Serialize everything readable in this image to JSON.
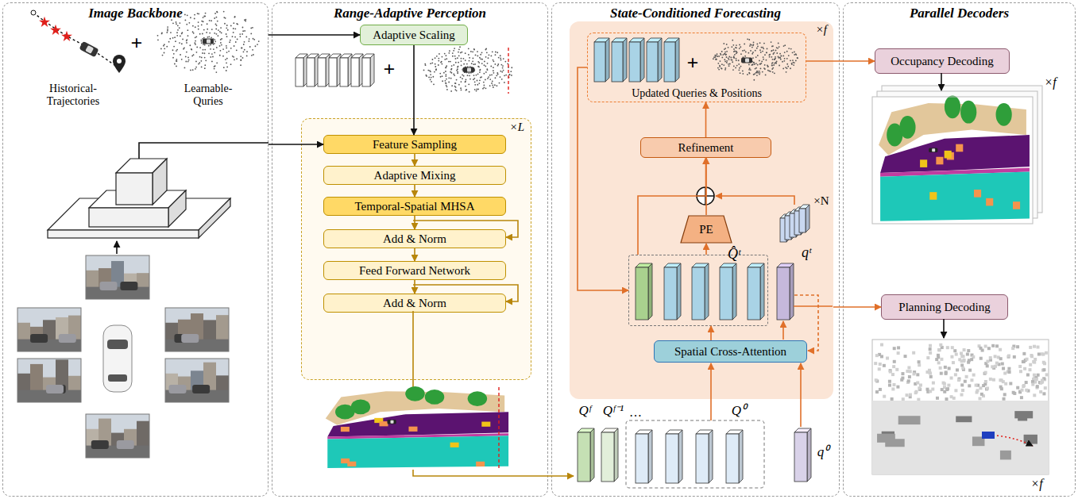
{
  "diagram": {
    "nodes": [
      {
        "text": [
          "Image Backbone"
        ]
      },
      {
        "text": [
          "Range-Adaptive Perception"
        ]
      },
      {
        "text": [
          "State-Conditioned Forecasting"
        ]
      },
      {
        "text": [
          "Parallel Decoders"
        ]
      },
      {
        "text": [
          "Adaptive Scaling"
        ],
        "in": 1
      },
      {
        "text": [
          "×L"
        ],
        "in": 1
      },
      {
        "text": [
          "Feature Sampling"
        ],
        "in": 5
      },
      {
        "text": [
          "Adaptive Mixing"
        ],
        "in": 5
      },
      {
        "text": [
          "Temporal-Spatial MHSA"
        ],
        "in": 5
      },
      {
        "text": [
          "Add & Norm"
        ],
        "in": 5
      },
      {
        "text": [
          "Feed Forward Network"
        ],
        "in": 5
      },
      {
        "text": [
          "Add & Norm"
        ],
        "in": 5
      },
      {
        "text": [
          "×f"
        ],
        "in": 2
      },
      {
        "text": [
          "Updated Queries & Positions"
        ],
        "in": 12
      },
      {
        "text": [
          "Refinement"
        ],
        "in": 12
      },
      {
        "text": [
          "PE"
        ],
        "in": 12
      },
      {
        "text": [
          "Q̂ᵗ"
        ],
        "in": 12
      },
      {
        "text": [
          "Spatial Cross-Attention"
        ],
        "in": 12
      },
      {
        "text": [
          "Occupancy Decoding"
        ],
        "in": 3
      },
      {
        "text": [
          "Planning Decoding"
        ],
        "in": 3
      }
    ],
    "edges": [
      {
        "from": 0,
        "to": 4,
        "arrow": "to"
      },
      {
        "from": 0,
        "to": 6,
        "arrow": "to"
      },
      {
        "from": 4,
        "to": 6,
        "arrow": "to"
      },
      {
        "from": 6,
        "to": 7,
        "arrow": "to"
      },
      {
        "from": 7,
        "to": 8,
        "arrow": "to"
      },
      {
        "from": 8,
        "to": 9,
        "arrow": "to"
      },
      {
        "from": 9,
        "to": 10,
        "arrow": "to"
      },
      {
        "from": 10,
        "to": 11,
        "arrow": "to"
      },
      {
        "from": 13,
        "to": 18,
        "arrow": "to"
      },
      {
        "from": 14,
        "to": 13,
        "arrow": "to"
      },
      {
        "from": 15,
        "to": 14,
        "arrow": "to"
      },
      {
        "from": 16,
        "to": 14,
        "arrow": "to"
      },
      {
        "from": 16,
        "to": 15,
        "arrow": "to"
      },
      {
        "from": 17,
        "to": 16,
        "arrow": "to"
      },
      {
        "from": 13,
        "to": 16,
        "arrow": "to"
      },
      {
        "from": 12,
        "to": 19,
        "arrow": "to"
      }
    ],
    "labels": [
      "Historical- Trajectories",
      "Learnable- Quries",
      "+",
      "+",
      "+",
      "×N",
      "qᵗ",
      "Qᶠ",
      "Qᶠ⁻¹",
      "…",
      "Q⁰",
      "q⁰",
      "×f",
      "×f"
    ]
  }
}
